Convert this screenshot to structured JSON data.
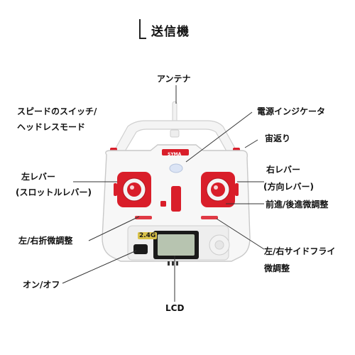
{
  "title": "送信機",
  "labels": {
    "antenna": "アンテナ",
    "speed_switch_line1": "スピードのスイッチ/",
    "speed_switch_line2": "ヘッドレスモード",
    "power_indicator": "電源インジケータ",
    "flip": "宙返り",
    "left_lever_line1": "左レバー",
    "left_lever_line2": "(スロットルレバー)",
    "right_lever_line1": "右レバー",
    "right_lever_line2": "(方向レバー)",
    "fwd_back_trim": "前進/後進微調整",
    "left_right_turn_trim": "左/右折微調整",
    "side_fly_trim_line1": "左/右サイドフライ",
    "side_fly_trim_line2": "微調整",
    "on_off": "オン/オフ",
    "lcd": "LCD"
  },
  "device": {
    "brand": "SYMA",
    "freq": "2.4G"
  },
  "colors": {
    "red": "#d91e2a",
    "body": "#f7f7f7",
    "outline": "#c9c9c9",
    "leader": "#333333",
    "lcd_screen": "#b7c4b0"
  }
}
